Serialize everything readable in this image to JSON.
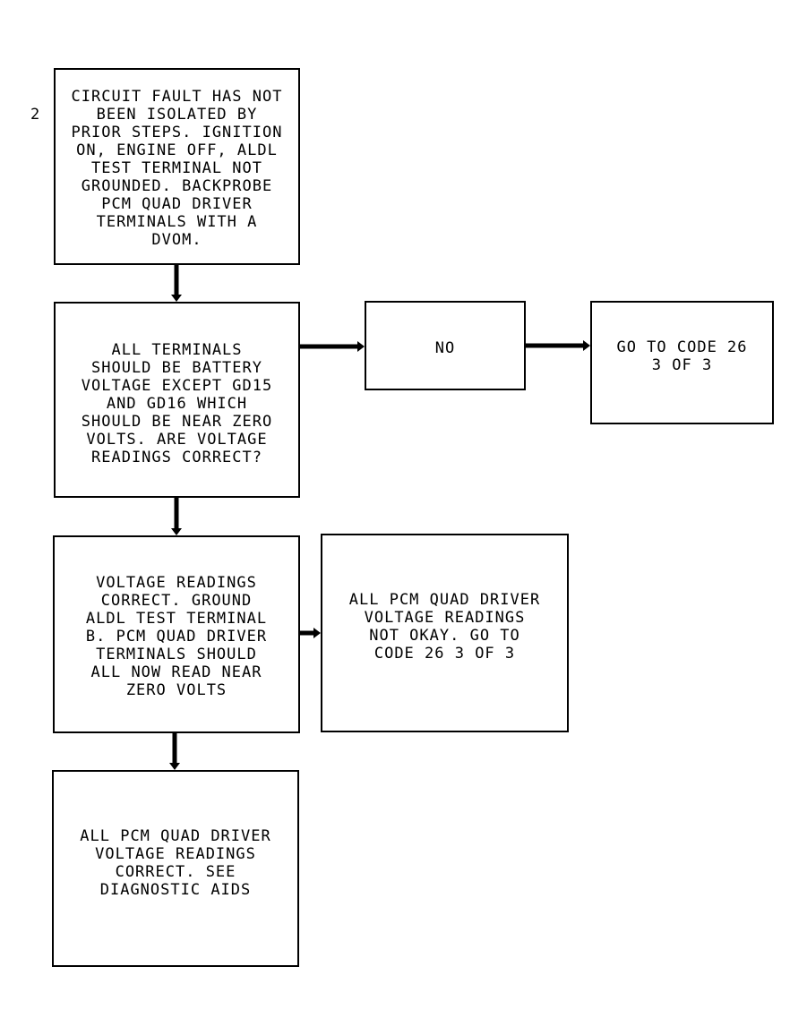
{
  "step_number": "2",
  "boxes": {
    "b1": "CIRCUIT FAULT HAS NOT\nBEEN ISOLATED BY\nPRIOR STEPS. IGNITION\nON, ENGINE OFF, ALDL\nTEST TERMINAL NOT\nGROUNDED. BACKPROBE\nPCM QUAD DRIVER\nTERMINALS WITH A\nDVOM.",
    "b2": "ALL TERMINALS\nSHOULD BE BATTERY\nVOLTAGE EXCEPT GD15\nAND GD16 WHICH\nSHOULD BE NEAR ZERO\nVOLTS. ARE VOLTAGE\nREADINGS CORRECT?",
    "no": "NO",
    "goto1": "GO TO CODE 26\n3 OF 3",
    "b3": "VOLTAGE READINGS\nCORRECT. GROUND\nALDL TEST TERMINAL\nB. PCM QUAD DRIVER\nTERMINALS SHOULD\nALL NOW READ NEAR\nZERO VOLTS",
    "b3r": "ALL PCM QUAD DRIVER\nVOLTAGE READINGS\nNOT OKAY. GO TO\nCODE 26 3 OF 3",
    "b4": "ALL PCM QUAD DRIVER\nVOLTAGE READINGS\nCORRECT. SEE\nDIAGNOSTIC AIDS"
  }
}
